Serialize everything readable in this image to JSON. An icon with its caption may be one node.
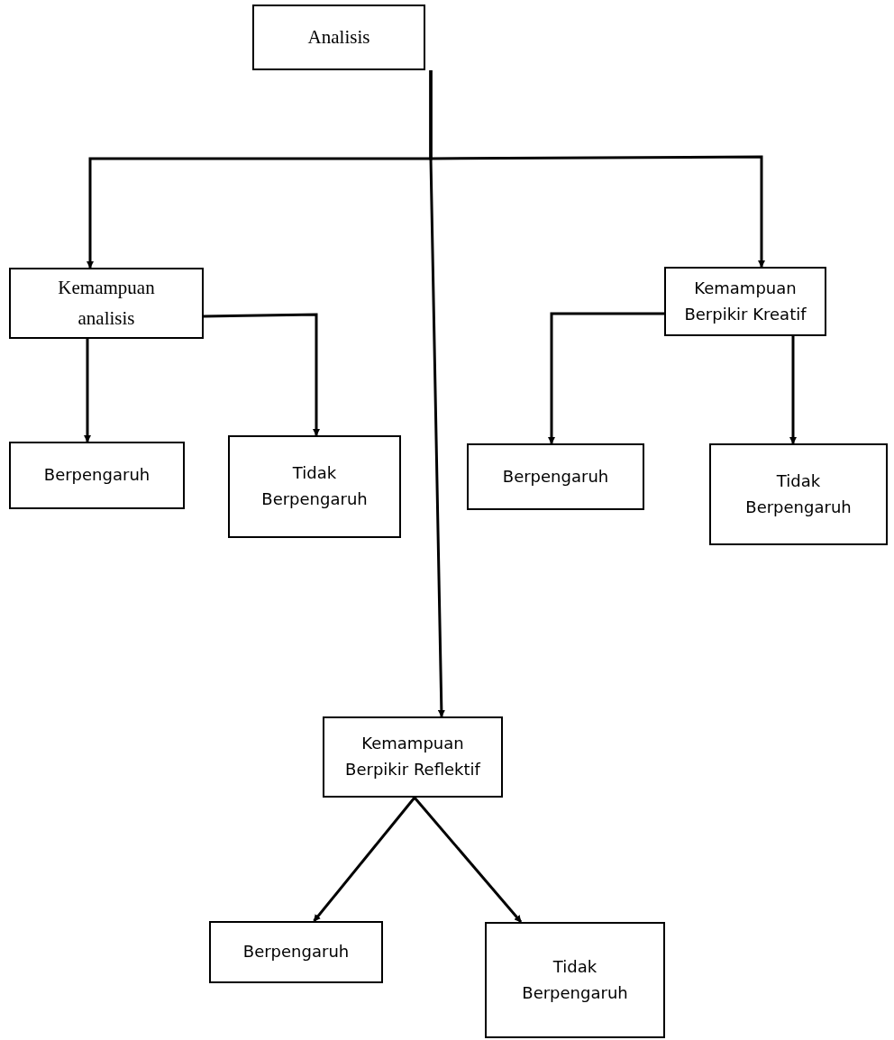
{
  "diagram": {
    "nodes": [
      {
        "text": [
          "Analisis"
        ]
      },
      {
        "text": [
          "Kemampuan analisis"
        ]
      },
      {
        "text": [
          "Kemampuan Berpikir Kreatif"
        ]
      },
      {
        "text": [
          "Berpengaruh"
        ]
      },
      {
        "text": [
          "Tidak Berpengaruh"
        ]
      },
      {
        "text": [
          "Berpengaruh"
        ]
      },
      {
        "text": [
          "Tidak Berpengaruh"
        ]
      },
      {
        "text": [
          "Kemampuan Berpikir Reflektif"
        ]
      },
      {
        "text": [
          "Berpengaruh"
        ]
      },
      {
        "text": [
          "Tidak Berpengaruh"
        ]
      }
    ],
    "edges": [
      {
        "from": 0,
        "to": 1,
        "arrow": "to"
      },
      {
        "from": 0,
        "to": 2,
        "arrow": "to"
      },
      {
        "from": 0,
        "to": 7,
        "arrow": "to"
      },
      {
        "from": 1,
        "to": 3,
        "arrow": "to"
      },
      {
        "from": 1,
        "to": 4,
        "arrow": "to"
      },
      {
        "from": 2,
        "to": 5,
        "arrow": "to"
      },
      {
        "from": 2,
        "to": 6,
        "arrow": "to"
      },
      {
        "from": 7,
        "to": 8,
        "arrow": "to"
      },
      {
        "from": 7,
        "to": 9,
        "arrow": "to"
      }
    ]
  }
}
